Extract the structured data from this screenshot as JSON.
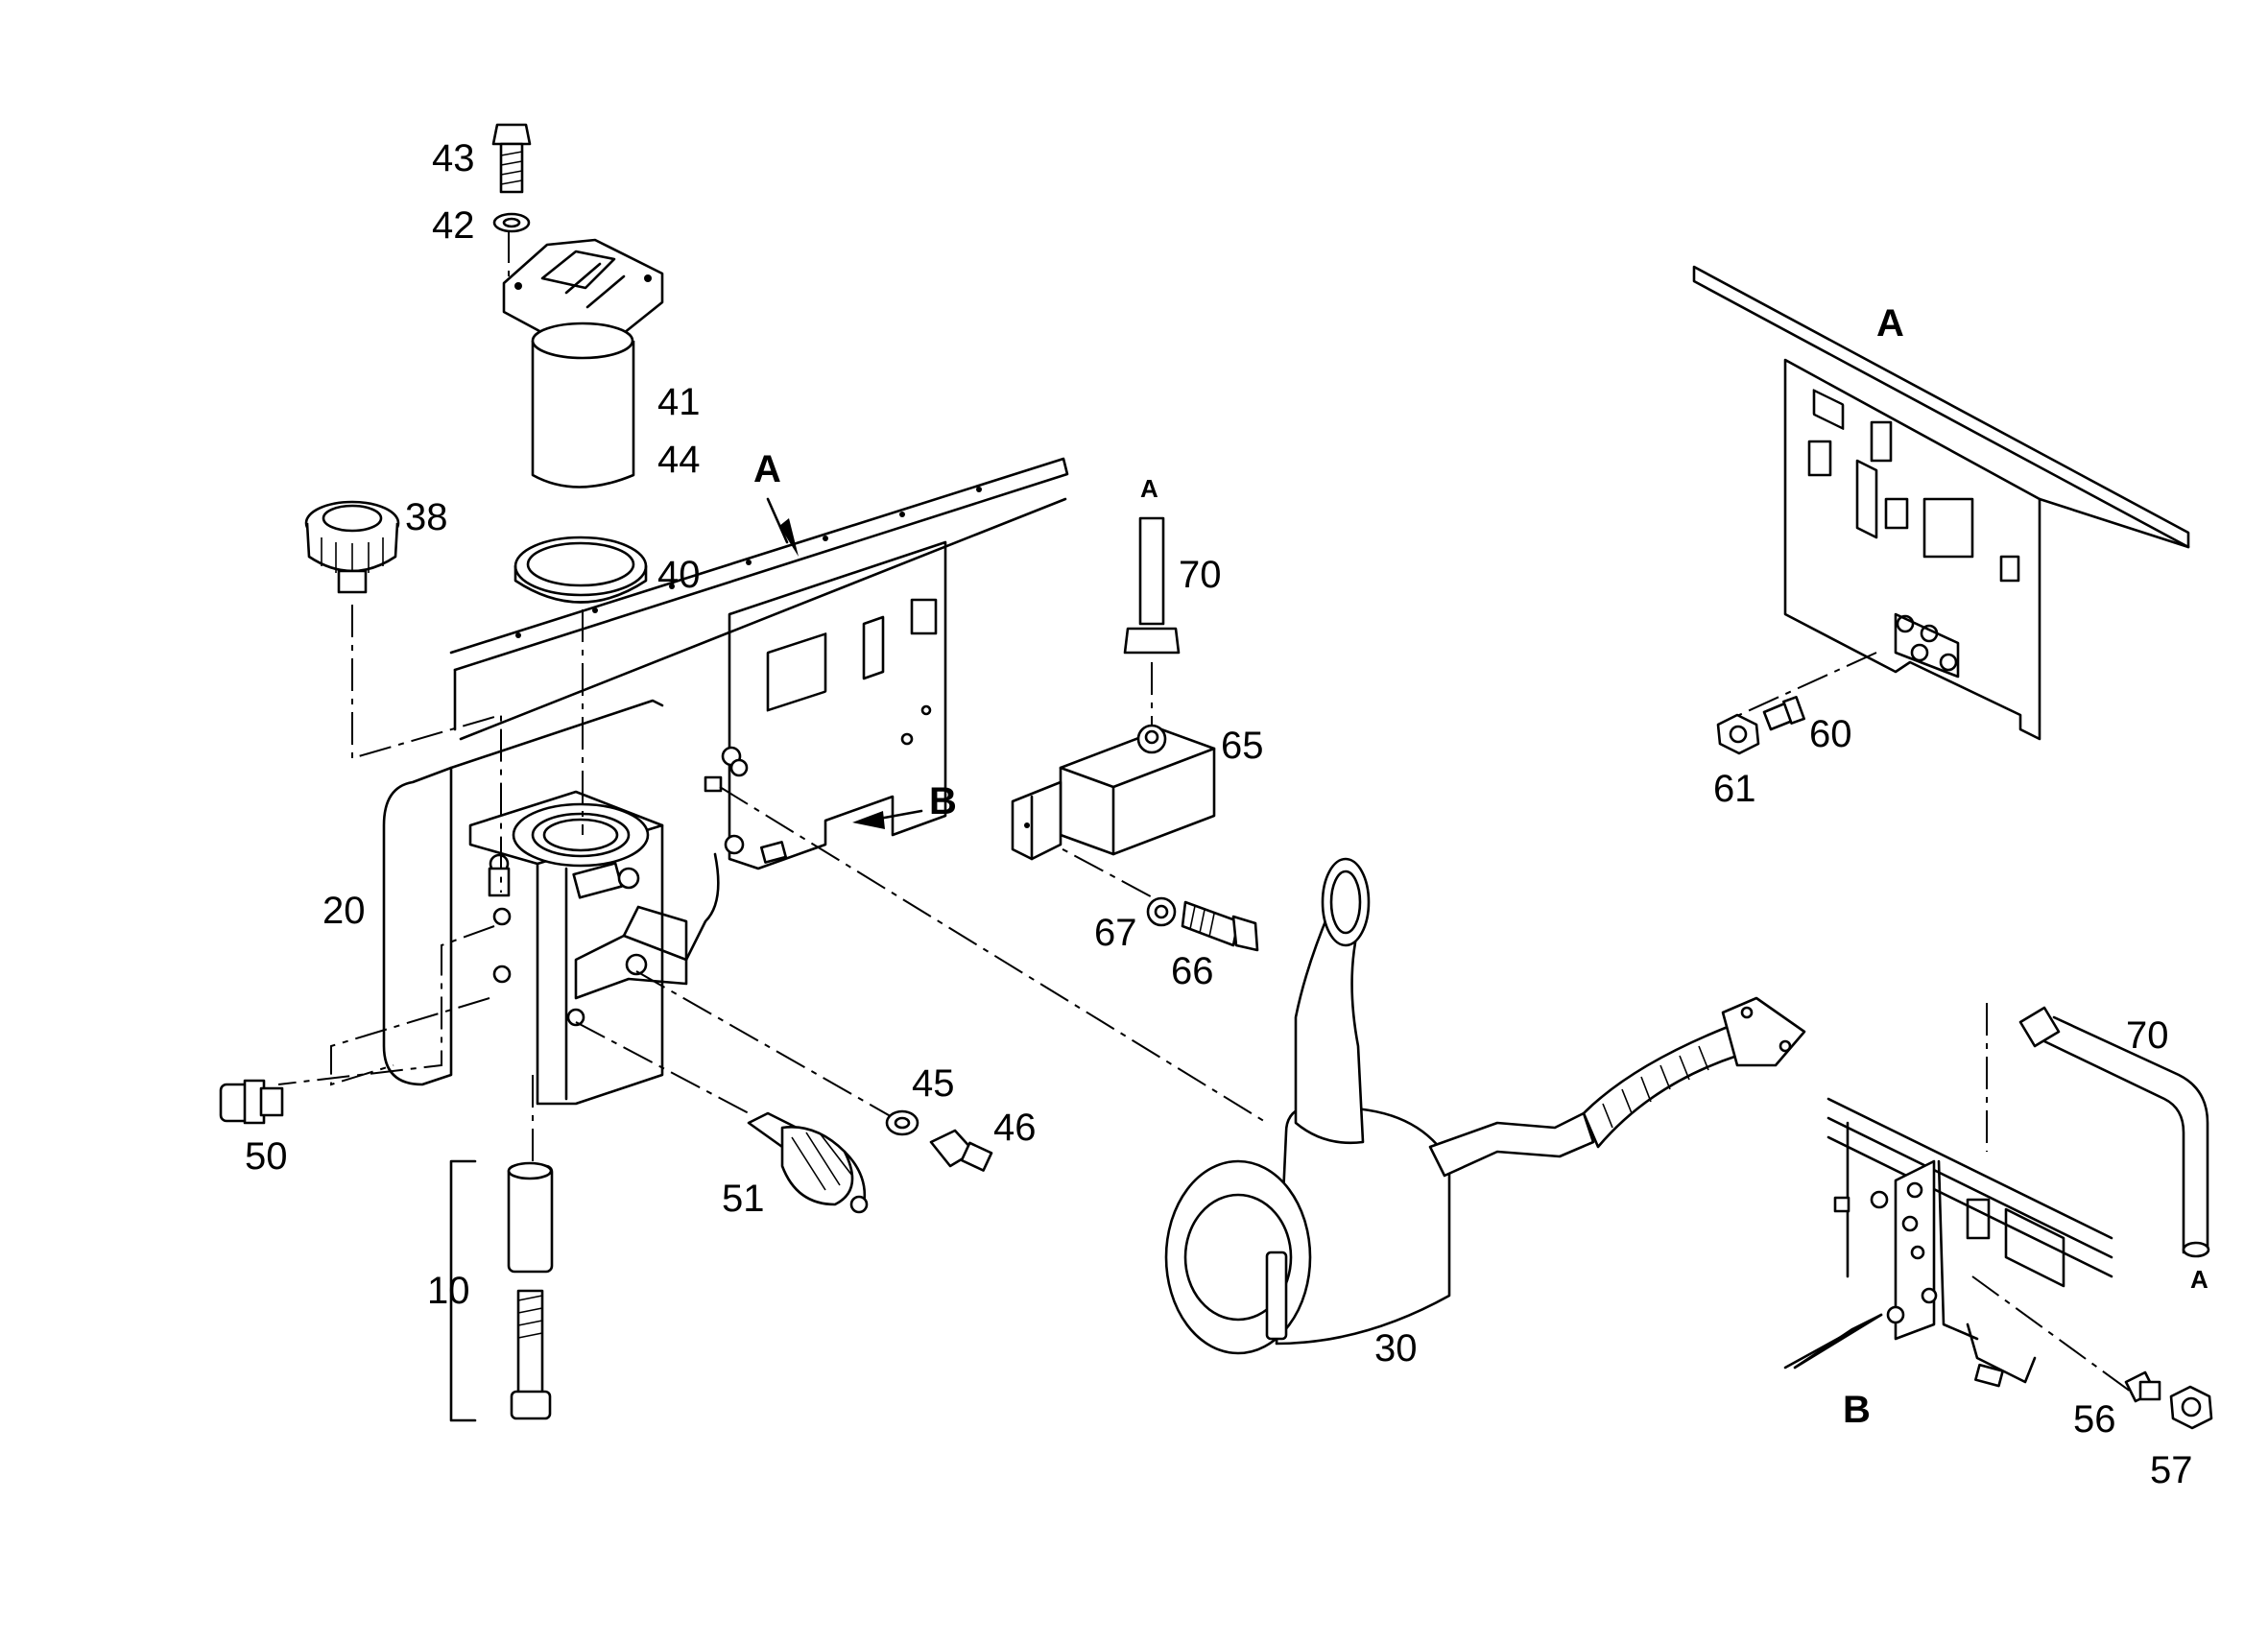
{
  "labels": {
    "p43": "43",
    "p42": "42",
    "p41": "41",
    "p44": "44",
    "p38": "38",
    "p40": "40",
    "p20": "20",
    "p50": "50",
    "p10": "10",
    "p51": "51",
    "p45": "45",
    "p46": "46",
    "p70a": "70",
    "p65": "65",
    "p67": "67",
    "p66": "66",
    "p30": "30",
    "p60": "60",
    "p61": "61",
    "p70b": "70",
    "p56": "56",
    "p57": "57"
  },
  "views": {
    "a_main": "A",
    "b_main": "B",
    "a_detail": "A",
    "b_detail": "B",
    "a_pipe_top": "A",
    "a_pipe_end": "A"
  }
}
